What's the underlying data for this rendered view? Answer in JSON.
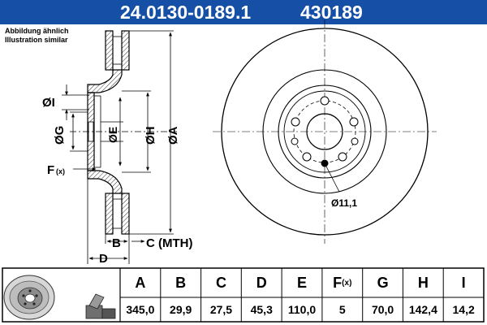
{
  "header": {
    "part_number": "24.0130-0189.1",
    "ref_number": "430189",
    "background": "#1650a6"
  },
  "note": {
    "line1": "Abbildung ähnlich",
    "line2": "Illustration similar"
  },
  "drawing": {
    "label_I": "ØI",
    "label_G": "ØG",
    "label_E": "ØE",
    "label_H": "ØH",
    "label_A": "ØA",
    "label_F": "F",
    "label_F_sub": "(x)",
    "label_B": "B",
    "label_C": "C (MTH)",
    "label_D": "D",
    "hole_label": "Ø11,1"
  },
  "table": {
    "headers": [
      "A",
      "B",
      "C",
      "D",
      "E",
      "F",
      "G",
      "H",
      "I"
    ],
    "f_header_sub": "(x)",
    "values": [
      "345,0",
      "29,9",
      "27,5",
      "45,3",
      "110,0",
      "5",
      "70,0",
      "142,4",
      "14,2"
    ]
  }
}
